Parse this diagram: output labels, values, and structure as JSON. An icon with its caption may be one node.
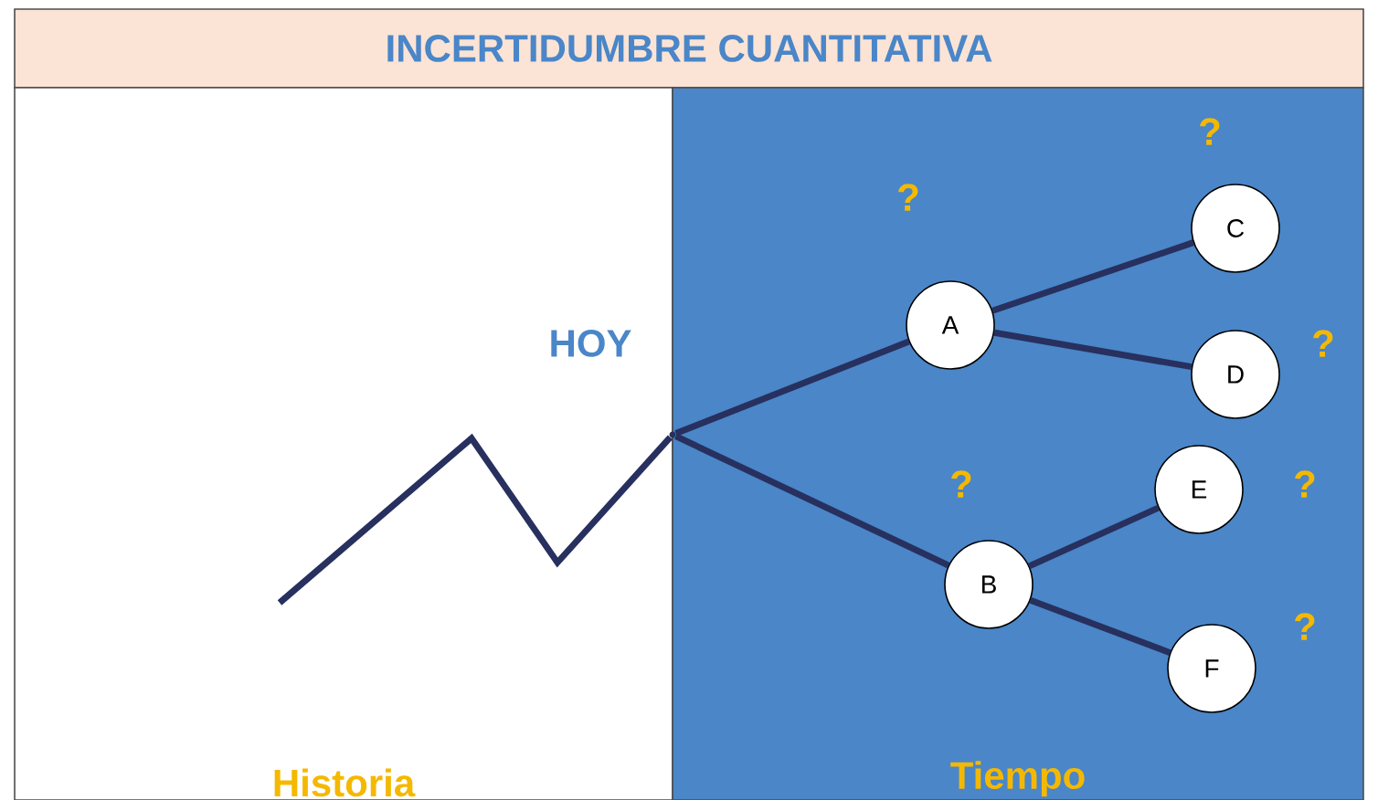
{
  "diagram": {
    "nodes": [
      {
        "text": [
          "INCERTIDUMBRE CUANTITATIVA"
        ]
      },
      {
        "text": [
          "Historia"
        ]
      },
      {
        "text": [
          "Tiempo"
        ]
      },
      {
        "text": [
          "A"
        ],
        "in": 2
      },
      {
        "text": [
          "C"
        ],
        "in": 2
      },
      {
        "text": [
          "D"
        ],
        "in": 2
      },
      {
        "text": [
          "B"
        ],
        "in": 2
      },
      {
        "text": [
          "E"
        ],
        "in": 2
      },
      {
        "text": [
          "F"
        ],
        "in": 2
      },
      {
        "text": [],
        "shape": "point"
      }
    ],
    "edges": [
      {
        "from": 1,
        "to": 9,
        "arrow": "none"
      },
      {
        "from": 9,
        "to": 3,
        "arrow": "none"
      },
      {
        "from": 9,
        "to": 6,
        "arrow": "none"
      },
      {
        "from": 3,
        "to": 4,
        "arrow": "none"
      },
      {
        "from": 3,
        "to": 5,
        "arrow": "none"
      },
      {
        "from": 6,
        "to": 7,
        "arrow": "none"
      },
      {
        "from": 6,
        "to": 8,
        "arrow": "none"
      }
    ],
    "labels": [
      "?",
      "?",
      "HOY",
      "?",
      "?",
      "?",
      "?"
    ]
  }
}
